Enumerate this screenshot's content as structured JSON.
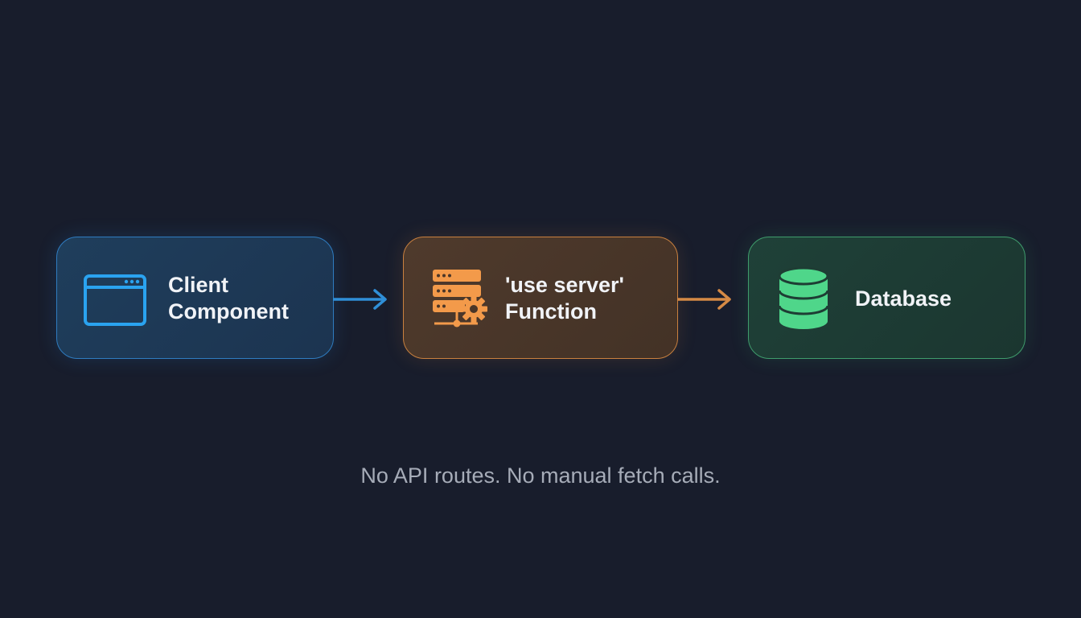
{
  "nodes": {
    "client": {
      "label_line1": "Client",
      "label_line2": "Component",
      "icon": "browser-window-icon",
      "color": "#2aa3f0"
    },
    "server": {
      "label_line1": "'use server'",
      "label_line2": "Function",
      "icon": "server-gear-icon",
      "color": "#f39a4a"
    },
    "database": {
      "label": "Database",
      "icon": "database-icon",
      "color": "#4fd68a"
    }
  },
  "connectors": {
    "client_to_server_color": "#2f8fd8",
    "server_to_database_color": "#d58a45"
  },
  "caption": "No API routes. No manual fetch calls.",
  "colors": {
    "background": "#181d2c",
    "label_text": "#f1f3f7",
    "caption_text": "#a6acb8"
  }
}
